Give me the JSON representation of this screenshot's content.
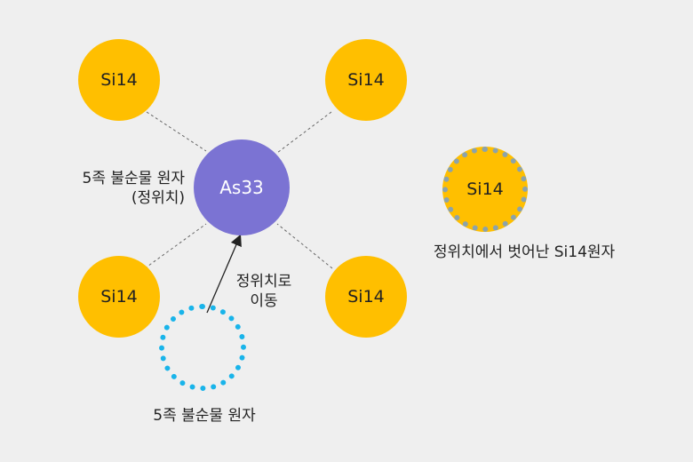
{
  "atoms": {
    "si_top_left": "Si14",
    "si_top_right": "Si14",
    "si_bottom_left": "Si14",
    "si_bottom_right": "Si14",
    "as_center": "As33",
    "si_displaced": "Si14"
  },
  "labels": {
    "impurity_line1": "5족 불순물 원자",
    "impurity_line2": "(정위치)",
    "move_line1": "정위치로",
    "move_line2": "이동",
    "vacancy_caption": "5족 불순물 원자",
    "displaced_caption": "정위치에서 벗어난 Si14원자"
  },
  "colors": {
    "silicon": "#ffbf00",
    "arsenic": "#7b73d3",
    "vacancy_outline": "#19b4ea",
    "displaced_outline": "#8ca3aa",
    "background": "#efefef"
  }
}
